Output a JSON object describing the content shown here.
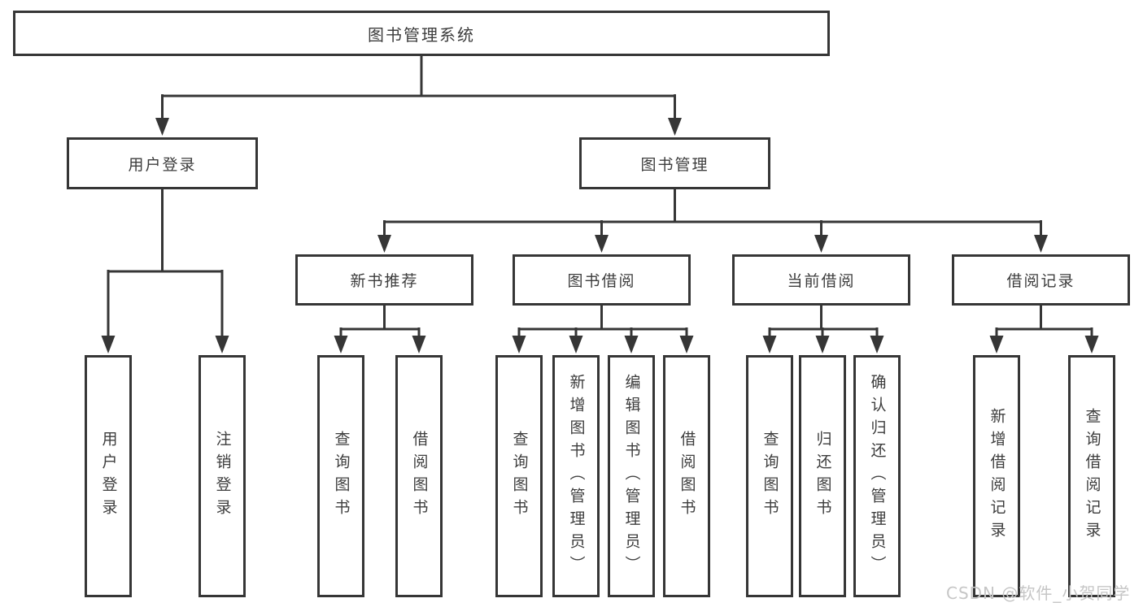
{
  "colors": {
    "line": "#363636",
    "text": "#3d3d3d",
    "watermark": "#c6c6c6",
    "box_bg": "#ffffff"
  },
  "tree": {
    "root": {
      "label": "图书管理系统"
    },
    "branches": [
      {
        "label": "用户登录",
        "leaves": [
          "用户登录",
          "注销登录"
        ]
      },
      {
        "label": "图书管理",
        "children": [
          {
            "label": "新书推荐",
            "leaves": [
              "查询图书",
              "借阅图书"
            ]
          },
          {
            "label": "图书借阅",
            "leaves": [
              "查询图书",
              "新增图书（管理员）",
              "编辑图书（管理员）",
              "借阅图书"
            ]
          },
          {
            "label": "当前借阅",
            "leaves": [
              "查询图书",
              "归还图书",
              "确认归还（管理员）"
            ]
          },
          {
            "label": "借阅记录",
            "leaves": [
              "新增借阅记录",
              "查询借阅记录"
            ]
          }
        ]
      }
    ]
  },
  "watermark": {
    "text": "CSDN @软件_小贺同学"
  }
}
